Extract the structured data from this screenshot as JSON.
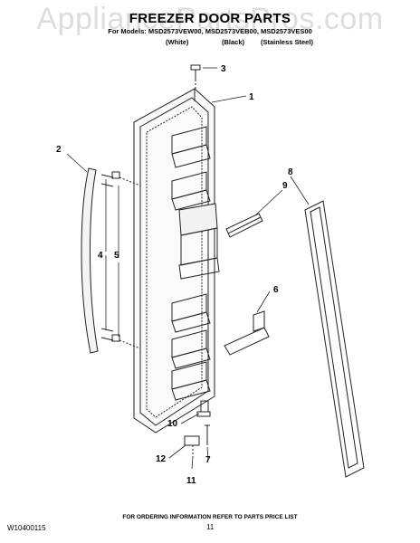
{
  "watermark": "AppliancePartsPros.com",
  "header": {
    "title": "FREEZER DOOR PARTS",
    "models": "For Models: MSD2573VEW00, MSD2573VEB00, MSD2573VES00",
    "colors": [
      "(White)",
      "(Black)",
      "(Stainless Steel)"
    ]
  },
  "callouts": [
    "1",
    "2",
    "3",
    "4",
    "5",
    "6",
    "7",
    "8",
    "9",
    "10",
    "11",
    "12"
  ],
  "footer": {
    "note": "FOR ORDERING INFORMATION REFER TO PARTS PRICE LIST",
    "doc_number": "W10400115",
    "page_number": "11"
  }
}
